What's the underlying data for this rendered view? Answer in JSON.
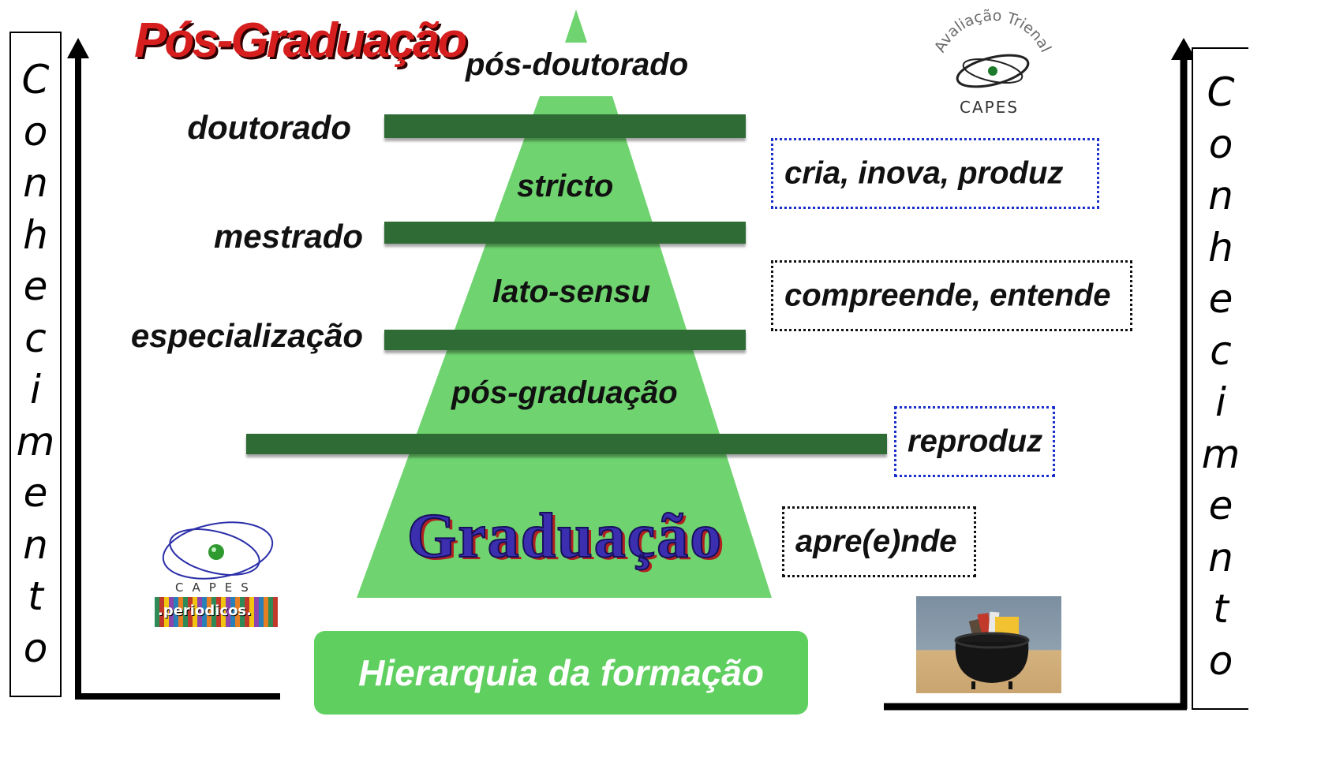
{
  "title": "Pós-Graduação",
  "axis_left": {
    "label": "Conhecimento",
    "letters": [
      "C",
      "o",
      "n",
      "h",
      "e",
      "c",
      "i",
      "m",
      "e",
      "n",
      "t",
      "o"
    ]
  },
  "axis_right": {
    "label": "Conhecimento",
    "letters": [
      "C",
      "o",
      "n",
      "h",
      "e",
      "c",
      "i",
      "m",
      "e",
      "n",
      "t",
      "o"
    ]
  },
  "pyramid": {
    "top": "pós-doutorado",
    "sections": [
      "stricto",
      "lato-sensu",
      "pós-graduação"
    ],
    "base": "Graduação",
    "caption": "Hierarquia da formação"
  },
  "levels": [
    "doutorado",
    "mestrado",
    "especialização"
  ],
  "actions": [
    "cria, inova, produz",
    "compreende, entende",
    "reproduz",
    "apre(e)nde"
  ],
  "logos": {
    "capes_triennial_arc": "Avaliação Trienal",
    "capes_triennial_name": "CAPES",
    "capes_periodicos_name": "CAPES",
    "capes_periodicos_sub": ".periodicos."
  },
  "colors": {
    "pyramid": "#6fd36f",
    "bar": "#2f6b35",
    "caption_bg": "#5fcf5f",
    "title": "#d61e1e",
    "graduacao": "#3b2fb0"
  },
  "icons": [
    "arrow-up-icon",
    "capes-logo-icon",
    "cauldron-image-icon"
  ]
}
